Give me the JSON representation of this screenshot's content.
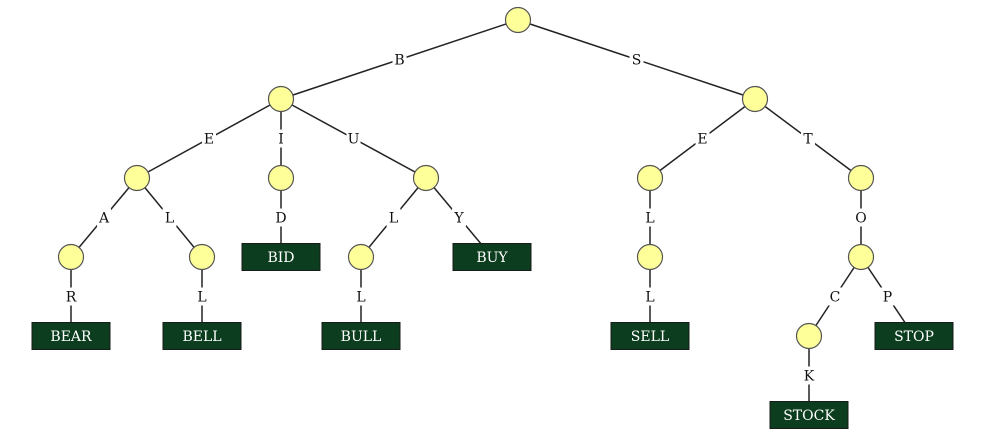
{
  "trie": {
    "nodes": [
      {
        "id": "root",
        "type": "node"
      },
      {
        "id": "B",
        "type": "node"
      },
      {
        "id": "S",
        "type": "node"
      },
      {
        "id": "BE",
        "type": "node"
      },
      {
        "id": "BI",
        "type": "node"
      },
      {
        "id": "BU",
        "type": "node"
      },
      {
        "id": "BEA",
        "type": "node"
      },
      {
        "id": "BEL",
        "type": "node"
      },
      {
        "id": "BUL",
        "type": "node"
      },
      {
        "id": "SE",
        "type": "node"
      },
      {
        "id": "ST",
        "type": "node"
      },
      {
        "id": "SEL",
        "type": "node"
      },
      {
        "id": "STO",
        "type": "node"
      },
      {
        "id": "STOC",
        "type": "node"
      },
      {
        "id": "BEAR",
        "type": "leaf",
        "word": "BEAR"
      },
      {
        "id": "BELL",
        "type": "leaf",
        "word": "BELL"
      },
      {
        "id": "BID",
        "type": "leaf",
        "word": "BID"
      },
      {
        "id": "BULL",
        "type": "leaf",
        "word": "BULL"
      },
      {
        "id": "BUY",
        "type": "leaf",
        "word": "BUY"
      },
      {
        "id": "SELL",
        "type": "leaf",
        "word": "SELL"
      },
      {
        "id": "STOP",
        "type": "leaf",
        "word": "STOP"
      },
      {
        "id": "STOCK",
        "type": "leaf",
        "word": "STOCK"
      }
    ],
    "edges": [
      {
        "from": "root",
        "to": "B",
        "label": "B"
      },
      {
        "from": "root",
        "to": "S",
        "label": "S"
      },
      {
        "from": "B",
        "to": "BE",
        "label": "E"
      },
      {
        "from": "B",
        "to": "BI",
        "label": "I"
      },
      {
        "from": "B",
        "to": "BU",
        "label": "U"
      },
      {
        "from": "BE",
        "to": "BEA",
        "label": "A"
      },
      {
        "from": "BE",
        "to": "BEL",
        "label": "L"
      },
      {
        "from": "BEA",
        "to": "BEAR",
        "label": "R"
      },
      {
        "from": "BEL",
        "to": "BELL",
        "label": "L"
      },
      {
        "from": "BI",
        "to": "BID",
        "label": "D"
      },
      {
        "from": "BU",
        "to": "BUL",
        "label": "L"
      },
      {
        "from": "BU",
        "to": "BUY",
        "label": "Y"
      },
      {
        "from": "BUL",
        "to": "BULL",
        "label": "L"
      },
      {
        "from": "S",
        "to": "SE",
        "label": "E"
      },
      {
        "from": "S",
        "to": "ST",
        "label": "T"
      },
      {
        "from": "SE",
        "to": "SEL",
        "label": "L"
      },
      {
        "from": "SEL",
        "to": "SELL",
        "label": "L"
      },
      {
        "from": "ST",
        "to": "STO",
        "label": "O"
      },
      {
        "from": "STO",
        "to": "STOC",
        "label": "C"
      },
      {
        "from": "STO",
        "to": "STOP",
        "label": "P"
      },
      {
        "from": "STOC",
        "to": "STOCK",
        "label": "K"
      }
    ]
  },
  "colors": {
    "node_fill": "#ffff99",
    "leaf_fill": "#0b3d1e",
    "leaf_text": "#ffffff",
    "edge": "#222222"
  }
}
